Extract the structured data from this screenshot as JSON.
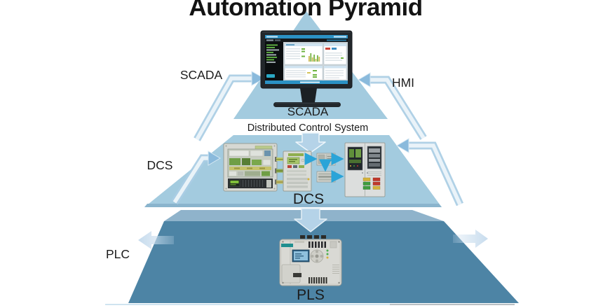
{
  "title": "Automation Pyramid",
  "labels": {
    "scada_left": "SCADA",
    "hmi_right": "HMI",
    "dcs_left": "DCS",
    "plc_left": "PLC",
    "tier_top_caption": "SCADA",
    "band_caption": "Distributed Control System",
    "tier_middle_caption": "DCS",
    "tier_bottom_caption": "PLS"
  },
  "colors": {
    "tier_light_blue": "#a3cbdf",
    "tier_middle_edge": "#8ab4cd",
    "tier_bottom_band": "#8fb3cb",
    "tier_bottom_body": "#4d84a5",
    "down_arrow": "#b5d3e8",
    "bent_arrow_band": "#a9cde4",
    "bent_arrow_head": "#8abadc",
    "outward_arrow": "#c9ddee",
    "cyan_accent": "#2aa4d8",
    "screen_blue": "#2b91c4",
    "text_dark": "#1c1c1c"
  },
  "equipment": {
    "monitor": "scada-workstation-monitor",
    "cabinet_left": "dcs-controller-cabinet",
    "cabinet_middle": "dcs-marshalling-cabinet",
    "cabinet_right": "dcs-io-cabinet",
    "plc": "plc-controller"
  }
}
